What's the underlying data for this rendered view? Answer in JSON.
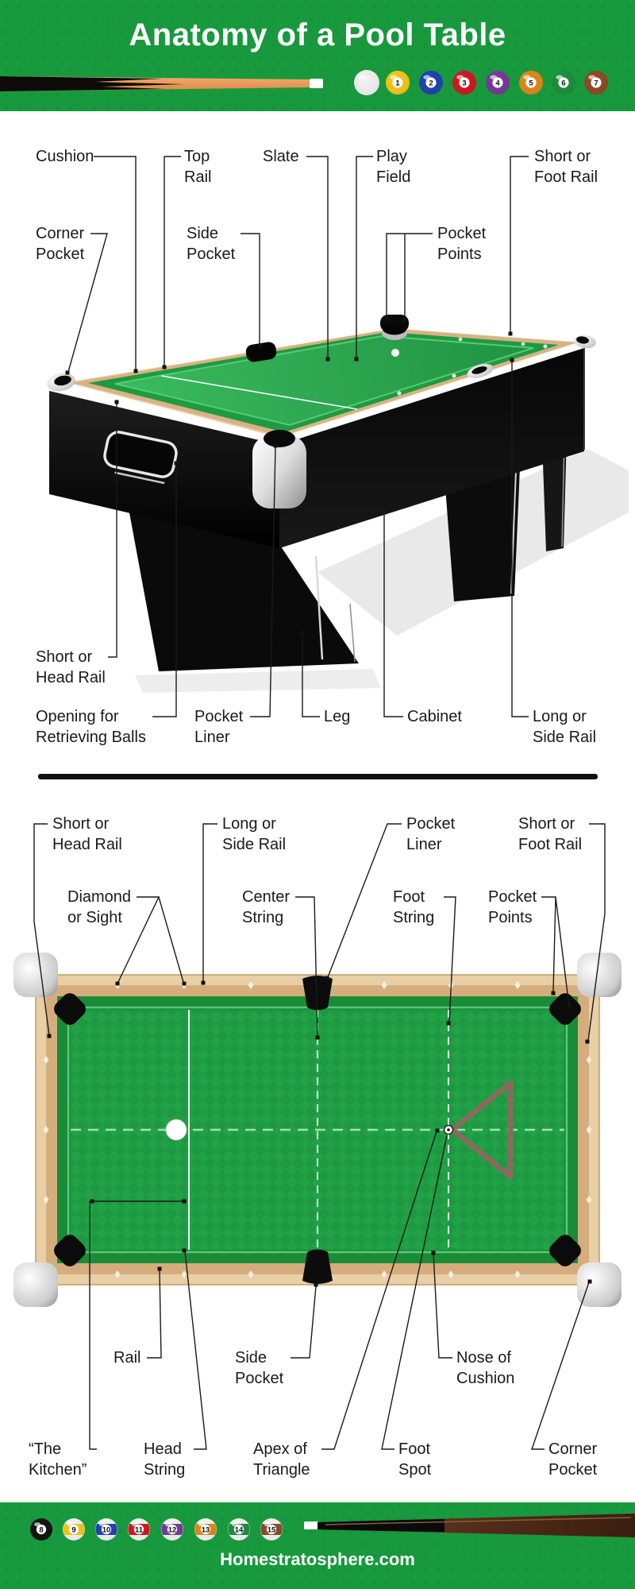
{
  "header": {
    "title": "Anatomy of a Pool Table",
    "balls": [
      {
        "name": "cue-ball",
        "number": "",
        "color": "#f2f2f2",
        "style": "solid"
      },
      {
        "name": "ball-1",
        "number": "1",
        "color": "#f5c71a",
        "style": "solid"
      },
      {
        "name": "ball-2",
        "number": "2",
        "color": "#2144b0",
        "style": "solid"
      },
      {
        "name": "ball-3",
        "number": "3",
        "color": "#d6181f",
        "style": "solid"
      },
      {
        "name": "ball-4",
        "number": "4",
        "color": "#7a3b9b",
        "style": "solid"
      },
      {
        "name": "ball-5",
        "number": "5",
        "color": "#e1891c",
        "style": "solid"
      },
      {
        "name": "ball-6",
        "number": "6",
        "color": "#1e8f3f",
        "style": "solid"
      },
      {
        "name": "ball-7",
        "number": "7",
        "color": "#8f4c28",
        "style": "solid"
      }
    ]
  },
  "diagram1": {
    "name": "Pool table perspective view",
    "labels": {
      "cushion": "Cushion",
      "top_rail": "Top\nRail",
      "slate": "Slate",
      "play_field": "Play\nField",
      "short_foot_rail": "Short or\nFoot Rail",
      "corner_pocket": "Corner\nPocket",
      "side_pocket": "Side\nPocket",
      "pocket_points": "Pocket\nPoints",
      "short_head_rail": "Short or\nHead Rail",
      "opening_for_retrieving_balls": "Opening for\nRetrieving Balls",
      "pocket_liner": "Pocket\nLiner",
      "leg": "Leg",
      "cabinet": "Cabinet",
      "long_side_rail": "Long or\nSide Rail"
    }
  },
  "diagram2": {
    "name": "Pool table top view",
    "labels": {
      "short_head_rail": "Short or\nHead Rail",
      "long_side_rail": "Long or\nSide Rail",
      "pocket_liner": "Pocket\nLiner",
      "short_foot_rail": "Short or\nFoot Rail",
      "diamond_or_sight": "Diamond\nor Sight",
      "center_string": "Center\nString",
      "foot_string": "Foot\nString",
      "pocket_points": "Pocket\nPoints",
      "rail": "Rail",
      "side_pocket": "Side\nPocket",
      "nose_of_cushion": "Nose of\nCushion",
      "the_kitchen": "“The\nKitchen”",
      "head_string": "Head\nString",
      "apex_of_triangle": "Apex of\nTriangle",
      "foot_spot": "Foot\nSpot",
      "corner_pocket": "Corner\nPocket"
    }
  },
  "footer": {
    "website": "Homestratosphere.com",
    "balls": [
      {
        "name": "ball-8",
        "number": "8",
        "color": "#141414",
        "style": "solid"
      },
      {
        "name": "ball-9",
        "number": "9",
        "color": "#f5c71a",
        "style": "stripe"
      },
      {
        "name": "ball-10",
        "number": "10",
        "color": "#2144b0",
        "style": "stripe"
      },
      {
        "name": "ball-11",
        "number": "11",
        "color": "#d6181f",
        "style": "stripe"
      },
      {
        "name": "ball-12",
        "number": "12",
        "color": "#7a3b9b",
        "style": "stripe"
      },
      {
        "name": "ball-13",
        "number": "13",
        "color": "#e1891c",
        "style": "stripe"
      },
      {
        "name": "ball-14",
        "number": "14",
        "color": "#1e8f3f",
        "style": "stripe"
      },
      {
        "name": "ball-15",
        "number": "15",
        "color": "#8f4c28",
        "style": "stripe"
      }
    ]
  },
  "colors": {
    "banner_green": "#18993d",
    "felt_green": "#21a246",
    "cushion_green": "#1a8c37",
    "rail_wood": "#d5ad7c",
    "rail_wood_light": "#e9cfa6",
    "table_black": "#0b0b0b",
    "triangle_brown": "#8a6a5e",
    "label_text": "#1a1a1a"
  }
}
